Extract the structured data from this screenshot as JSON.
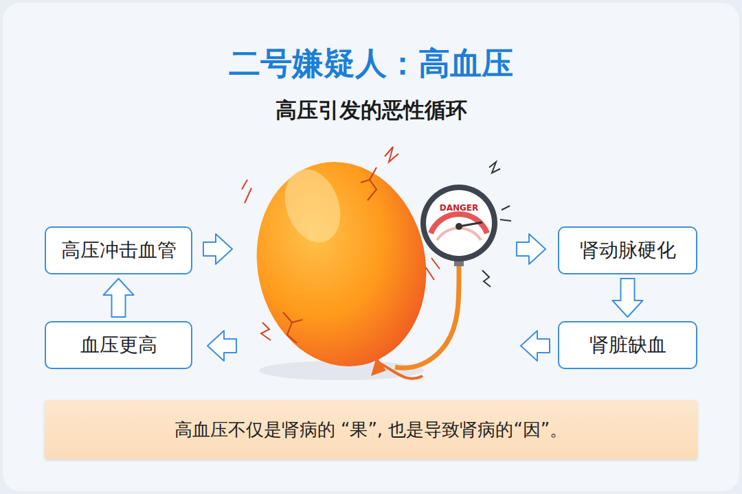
{
  "diagram": {
    "title": "二号嫌疑人：高血压",
    "nodes": [
      {
        "text": [
          "高压冲击血管"
        ]
      },
      {
        "text": [
          "肾动脉硬化"
        ]
      },
      {
        "text": [
          "血压更高"
        ]
      },
      {
        "text": [
          "肾脏缺血"
        ]
      },
      {
        "text": [
          "高血压不仅是肾病的 “果”, 也是导致肾病的“因”。"
        ]
      }
    ],
    "edges": [
      {
        "from": 1,
        "to": 3,
        "arrow": "to"
      },
      {
        "from": 2,
        "to": 0,
        "arrow": "to"
      }
    ],
    "labels": [
      "高压引发的恶性循环",
      "DANGER"
    ]
  }
}
